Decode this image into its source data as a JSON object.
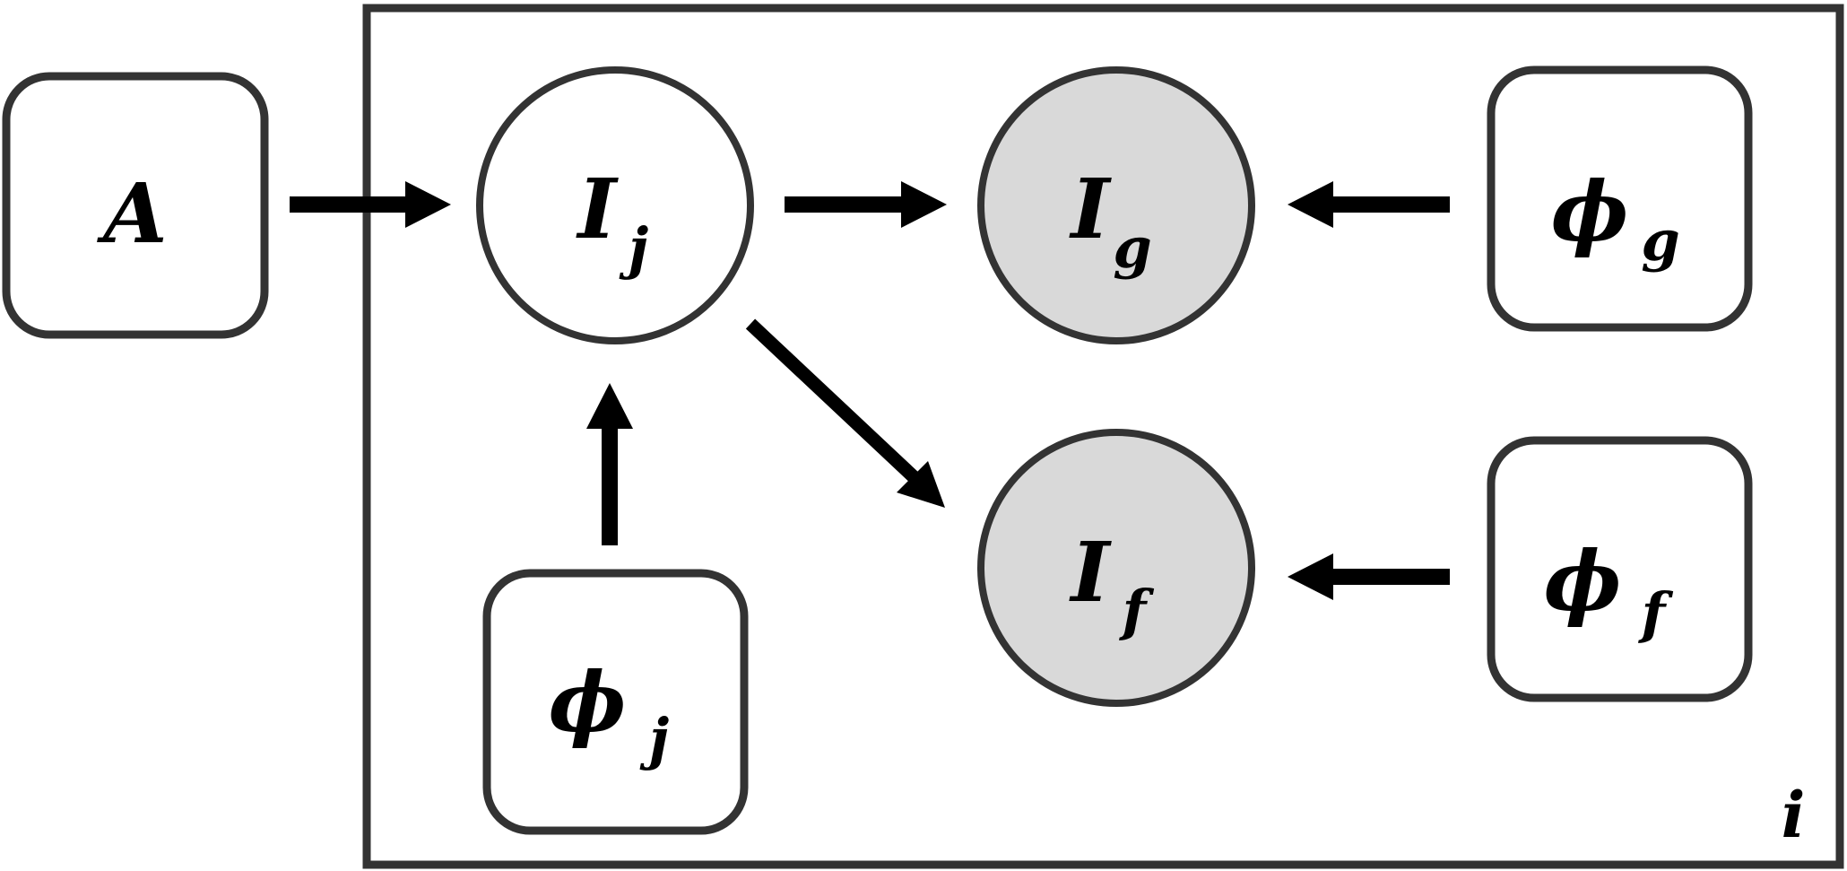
{
  "nodes": {
    "A": {
      "main": "A",
      "sub": ""
    },
    "I_j": {
      "main": "I",
      "sub": "j"
    },
    "I_g": {
      "main": "I",
      "sub": "g"
    },
    "I_f": {
      "main": "I",
      "sub": "f"
    },
    "phi_j": {
      "main": "ϕ",
      "sub": "j"
    },
    "phi_g": {
      "main": "ϕ",
      "sub": "g"
    },
    "phi_f": {
      "main": "ϕ",
      "sub": "f"
    }
  },
  "plate": {
    "label": "i"
  },
  "colors": {
    "stroke": "#333333",
    "observed_fill": "#d9d9d9",
    "latent_fill": "#ffffff",
    "arrow": "#000000"
  }
}
